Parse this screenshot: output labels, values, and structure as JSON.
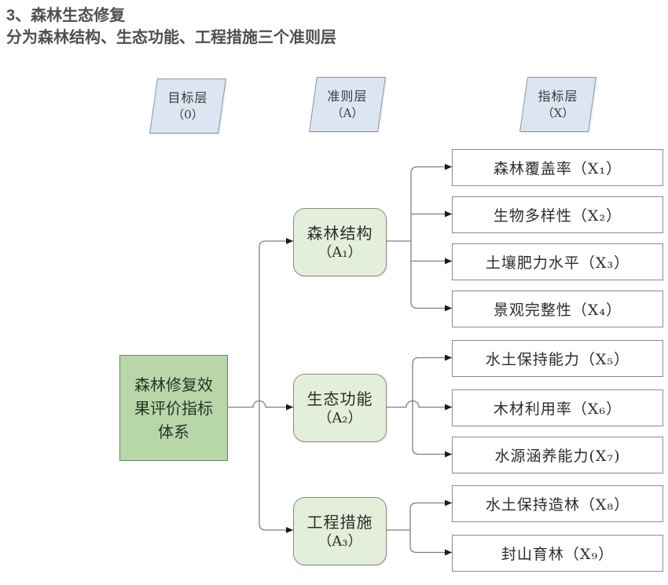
{
  "page": {
    "title": "3、森林生态修复",
    "subtitle": "分为森林结构、生态功能、工程措施三个准则层"
  },
  "layer_headers": [
    {
      "label": "目标层",
      "code": "（0）"
    },
    {
      "label": "准则层",
      "code": "（A）"
    },
    {
      "label": "指标层",
      "code": "（X）"
    }
  ],
  "goal": {
    "label": "森林修复效果评价指标体系"
  },
  "criteria": [
    {
      "label": "森林结构",
      "code": "（A₁）"
    },
    {
      "label": "生态功能",
      "code": "（A₂）"
    },
    {
      "label": "工程措施",
      "code": "（A₃）"
    }
  ],
  "indicators": [
    {
      "label": "森林覆盖率（X₁）"
    },
    {
      "label": "生物多样性（X₂）"
    },
    {
      "label": "土壤肥力水平（X₃）"
    },
    {
      "label": "景观完整性（X₄）"
    },
    {
      "label": "水土保持能力（X₅）"
    },
    {
      "label": "木材利用率（X₆）"
    },
    {
      "label": "水源涵养能力(X₇)"
    },
    {
      "label": "水土保持造林（X₈）"
    },
    {
      "label": "封山育林（X₉）"
    }
  ],
  "colors": {
    "title_text": "#4f4f4f",
    "layer_header_fill": "#dce6f2",
    "goal_fill": "#b7d7a9",
    "goal_border": "#67855a",
    "criteria_fill": "#e3efda",
    "shape_border": "#8a8a8a",
    "indicator_fill": "#ffffff",
    "connector_line": "#7f7f7f",
    "arrowhead": "#1a1a1a"
  }
}
